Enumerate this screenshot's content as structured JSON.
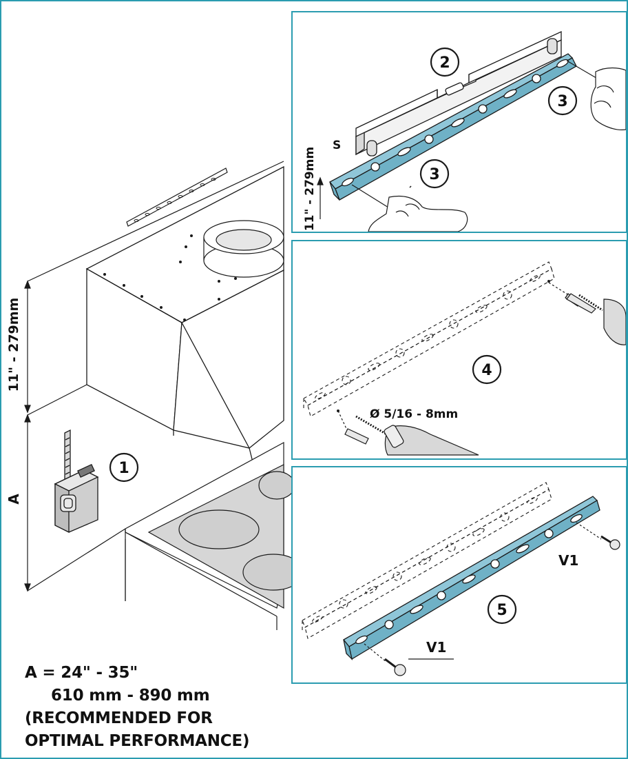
{
  "labels": {
    "step1": "1",
    "step2": "2",
    "step3": "3",
    "step4": "4",
    "step5": "5",
    "dim_height_main": "11\" - 279mm",
    "dim_height_panel": "11\" - 279mm",
    "dim_a": "A",
    "bracket_s": "S",
    "drill_size": "Ø  5/16 - 8mm",
    "screw_v1_right": "V1",
    "screw_v1_left": "V1"
  },
  "spec": {
    "line1": "A = 24\" - 35\"",
    "line2": "610 mm - 890 mm",
    "line3": "(RECOMMENDED FOR",
    "line4": "OPTIMAL PERFORMANCE)"
  },
  "colors": {
    "frame": "#2a9cb0",
    "bracket": "#8fc6d8",
    "line": "#1a1a1a",
    "surface": "#d6d6d6"
  }
}
